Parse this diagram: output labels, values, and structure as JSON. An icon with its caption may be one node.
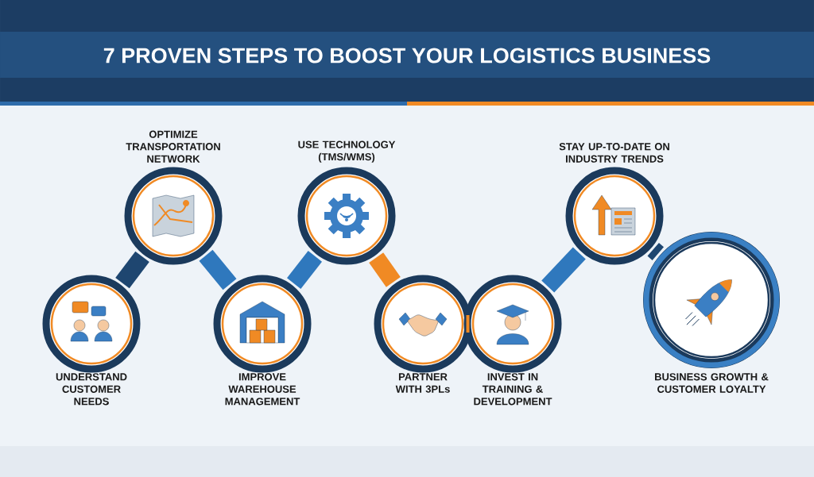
{
  "diagram": {
    "title": "7 PROVEN STEPS TO BOOST YOUR LOGISTICS BUSINESS",
    "nodes": [
      {
        "text": [
          "UNDERSTAND CUSTOMER NEEDS"
        ]
      },
      {
        "text": [
          "OPTIMIZE TRANSPORTATION NETWORK"
        ]
      },
      {
        "text": [
          "IMPROVE WAREHOUSE MANAGEMENT"
        ]
      },
      {
        "text": [
          "USE TECHNOLOGY (TMS/WMS)"
        ]
      },
      {
        "text": [
          "PARTNER WITH 3PLs"
        ]
      },
      {
        "text": [
          "INVEST IN TRAINING & DEVELOPMENT"
        ]
      },
      {
        "text": [
          "STAY UP-TO-DATE ON INDUSTRY TRENDS"
        ]
      },
      {
        "text": [
          "BUSINESS GROWTH & CUSTOMER LOYALTY"
        ]
      }
    ],
    "edges": [
      {
        "from": 0,
        "to": 1,
        "arrow": "none",
        "color": "#1e4670"
      },
      {
        "from": 1,
        "to": 2,
        "arrow": "none"
      },
      {
        "from": 2,
        "to": 3,
        "arrow": "none"
      },
      {
        "from": 3,
        "to": 4,
        "arrow": "none",
        "color": "#f08a24"
      },
      {
        "from": 4,
        "to": 5,
        "arrow": "none",
        "color": "#f08a24"
      },
      {
        "from": 5,
        "to": 6,
        "arrow": "none"
      },
      {
        "from": 6,
        "to": 7,
        "arrow": "none",
        "color": "#1e4670"
      }
    ]
  }
}
